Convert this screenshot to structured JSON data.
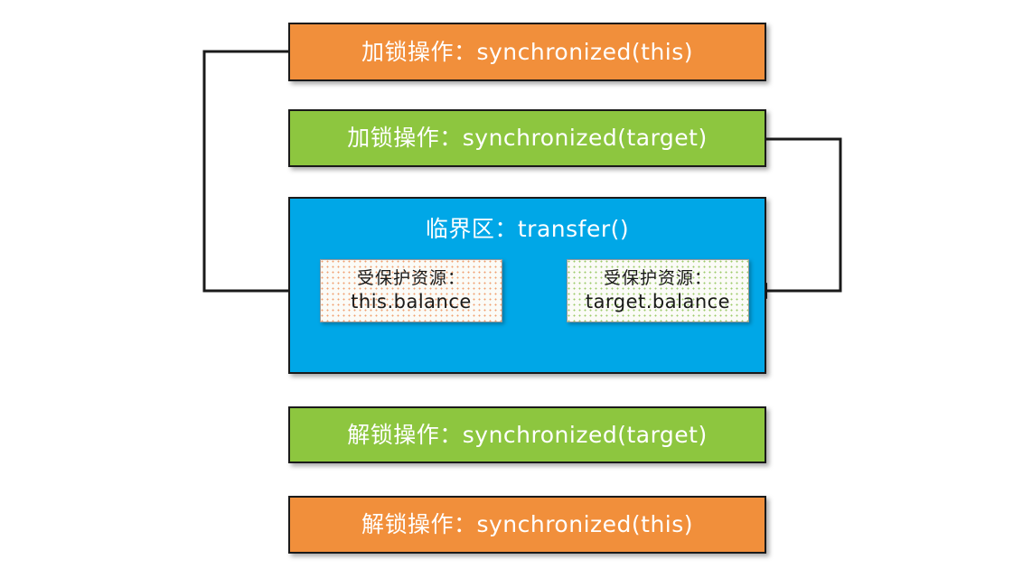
{
  "diagram": {
    "title": "synchronized transfer lock sequence",
    "colors": {
      "orange": "#F18F3B",
      "green": "#8DC63F",
      "blue": "#00A7E7",
      "outline": "#1a1a1a",
      "inner_bg": "#fbfbf7",
      "inner_dot_orange": "#F0A070",
      "inner_dot_green": "#9CCB6A"
    },
    "steps": [
      {
        "id": "lock-this",
        "label": "加锁操作：synchronized(this)"
      },
      {
        "id": "lock-target",
        "label": "加锁操作：synchronized(target)"
      },
      {
        "id": "critical",
        "label": "临界区：transfer()"
      },
      {
        "id": "unlock-target",
        "label": "解锁操作：synchronized(target)"
      },
      {
        "id": "unlock-this",
        "label": "解锁操作：synchronized(this)"
      }
    ],
    "resources": [
      {
        "id": "this-balance",
        "line1": "受保护资源：",
        "line2": "this.balance"
      },
      {
        "id": "target-balance",
        "line1": "受保护资源：",
        "line2": "target.balance"
      }
    ],
    "connectors": [
      {
        "id": "this-lock-to-this-balance",
        "from": "lock-this",
        "to": "this-balance"
      },
      {
        "id": "target-lock-to-target-balance",
        "from": "lock-target",
        "to": "target-balance"
      }
    ]
  }
}
